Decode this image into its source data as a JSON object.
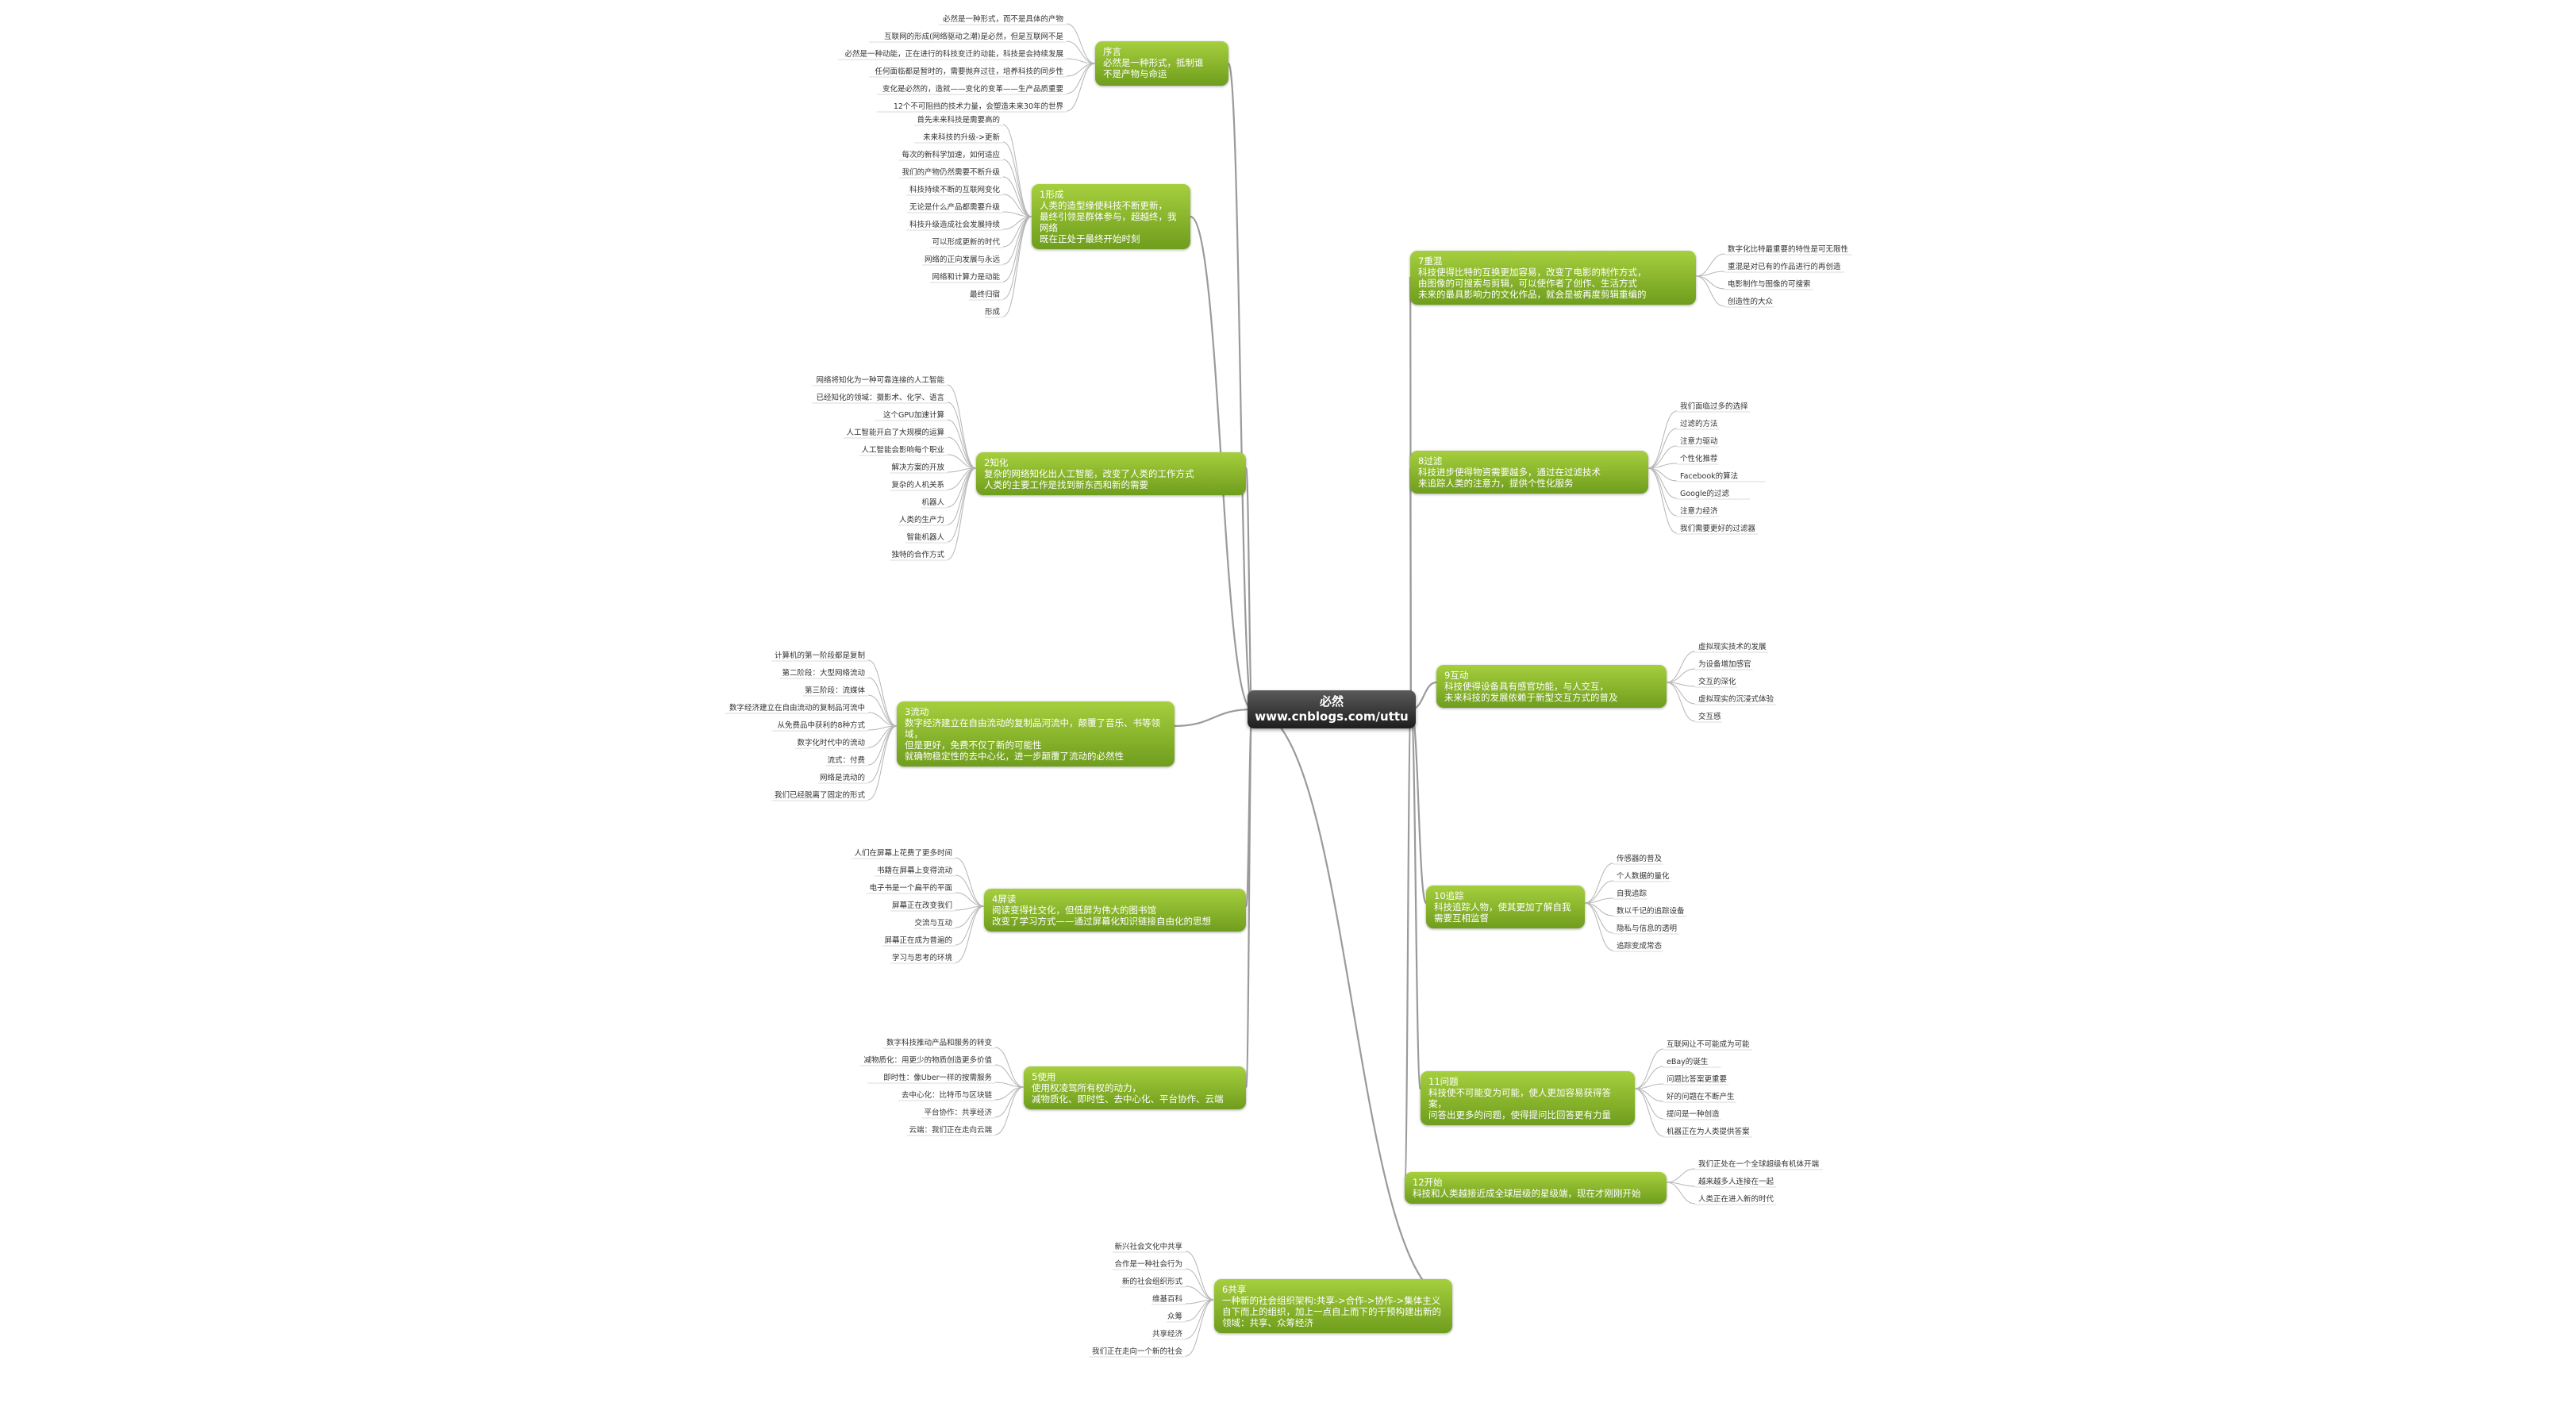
{
  "center": {
    "title": "必然",
    "subtitle": "www.cnblogs.com/uttu"
  },
  "left_topics": [
    {
      "id": "preface",
      "label": "序言\n必然是一种形式，抵制谁\n不是产物与命运",
      "leaves": [
        "必然是一种形式，而不是具体的产物",
        "互联网的形成(网络驱动之潮)是必然，但是互联网不是",
        "必然是一种动能，正在进行的科技变迁的动能，科技是会持续发展",
        "任何面临都是暂时的，需要抛弃过往，培养科技的同步性",
        "变化是必然的，造就——变化的变革——生产品质重要",
        "12个不可阻挡的技术力量，会塑造未来30年的世界"
      ]
    },
    {
      "id": "becoming",
      "label": "1形成\n人类的造型缘使科技不断更新，\n最终引领是群体参与，超越终，我网络\n既在正处于最终开始时刻",
      "leaves": [
        "首先未来科技是需要高的",
        "未来科技的升级->更新",
        "每次的新科学加速，如何适应",
        "我们的产物仍然需要不断升级",
        "科技持续不断的互联网变化",
        "无论是什么产品都需要升级",
        "科技升级造成社会发展持续",
        "可以形成更新的时代",
        "网络的正向发展与永远",
        "网络和计算力是动能",
        "最终归宿",
        "形成"
      ]
    },
    {
      "id": "cognifying",
      "label": "2知化\n复杂的网络知化出人工智能，改变了人类的工作方式\n人类的主要工作是找到新东西和新的需要",
      "leaves": [
        "网络将知化为一种可靠连接的人工智能",
        "已经知化的领域：摄影术、化学、语言",
        "这个GPU加速计算",
        "人工智能开启了大规模的运算",
        "人工智能会影响每个职业",
        "解决方案的开放",
        "复杂的人机关系",
        "机器人",
        "人类的生产力",
        "智能机器人",
        "独特的合作方式"
      ]
    },
    {
      "id": "flowing",
      "label": "3流动\n数字经济建立在自由流动的复制品河流中，颠覆了音乐、书等领域，\n但是更好，免费不仅了新的可能性\n就确物稳定性的去中心化，进一步颠覆了流动的必然性",
      "leaves": [
        "计算机的第一阶段都是复制",
        "第二阶段：大型网络流动",
        "第三阶段：流媒体",
        "数字经济建立在自由流动的复制品河流中",
        "从免费品中获利的8种方式",
        "数字化时代中的流动",
        "流式：付费",
        "网络是流动的",
        "我们已经脱离了固定的形式"
      ]
    },
    {
      "id": "screening",
      "label": "4屏读\n阅读变得社交化，但低屏为伟大的图书馆\n改变了学习方式——通过屏幕化知识链接自由化的思想",
      "leaves": [
        "人们在屏幕上花费了更多时间",
        "书籍在屏幕上变得流动",
        "电子书是一个扁平的平面",
        "屏幕正在改变我们",
        "交流与互动",
        "屏幕正在成为普遍的",
        "学习与思考的环境"
      ]
    },
    {
      "id": "accessing",
      "label": "5使用\n使用权凌驾所有权的动力，\n减物质化、即时性、去中心化、平台协作、云端",
      "leaves": [
        "数字科技推动产品和服务的转变",
        "减物质化：用更少的物质创造更多价值",
        "即时性：像Uber一样的按需服务",
        "去中心化：比特币与区块链",
        "平台协作：共享经济",
        "云端：我们正在走向云端"
      ]
    },
    {
      "id": "sharing",
      "label": "6共享\n一种新的社会组织架构:共享->合作->协作->集体主义\n自下而上的组织，加上一点自上而下的干预构建出新的领域：共享、众筹经济",
      "leaves": [
        "新兴社会文化中共享",
        "合作是一种社会行为",
        "新的社会组织形式",
        "维基百科",
        "众筹",
        "共享经济",
        "我们正在走向一个新的社会"
      ]
    }
  ],
  "right_topics": [
    {
      "id": "remixing",
      "label": "7重混\n科技使得比特的互换更加容易，改变了电影的制作方式，\n由图像的可搜索与剪辑，可以使作者了创作、生活方式\n未来的最具影响力的文化作品，就会是被再度剪辑重编的",
      "leaves": [
        "数字化比特最重要的特性是可无限性",
        "重混是对已有的作品进行的再创造",
        "电影制作与图像的可搜索",
        "创造性的大众"
      ]
    },
    {
      "id": "filtering",
      "label": "8过滤\n科技进步使得物资需要越多，通过在过滤技术\n来追踪人类的注意力，提供个性化服务",
      "leaves": [
        "我们面临过多的选择",
        "过滤的方法",
        "注意力驱动",
        "个性化推荐",
        "Facebook的算法",
        "Google的过滤",
        "注意力经济",
        "我们需要更好的过滤器"
      ]
    },
    {
      "id": "interacting",
      "label": "9互动\n科技使得设备具有感官功能，与人交互，\n未来科技的发展依赖于新型交互方式的普及",
      "leaves": [
        "虚拟现实技术的发展",
        "为设备增加感官",
        "交互的深化",
        "虚拟现实的沉浸式体验",
        "交互感"
      ]
    },
    {
      "id": "tracking",
      "label": "10追踪\n科技追踪人物，使其更加了解自我\n需要互相监督",
      "leaves": [
        "传感器的普及",
        "个人数据的量化",
        "自我追踪",
        "数以千记的追踪设备",
        "隐私与信息的透明",
        "追踪变成常态"
      ]
    },
    {
      "id": "questioning",
      "label": "11问题\n科技使不可能变为可能，使人更加容易获得答案，\n问答出更多的问题，使得提问比回答更有力量",
      "leaves": [
        "互联网让不可能成为可能",
        "eBay的诞生",
        "问题比答案更重要",
        "好的问题在不断产生",
        "提问是一种创造",
        "机器正在为人类提供答案"
      ]
    },
    {
      "id": "beginning",
      "label": "12开始\n科技和人类越接近成全球层级的星级端，现在才刚刚开始",
      "leaves": [
        "我们正处在一个全球超级有机体开端",
        "越来越多人连接在一起",
        "人类正在进入新的时代"
      ]
    }
  ]
}
